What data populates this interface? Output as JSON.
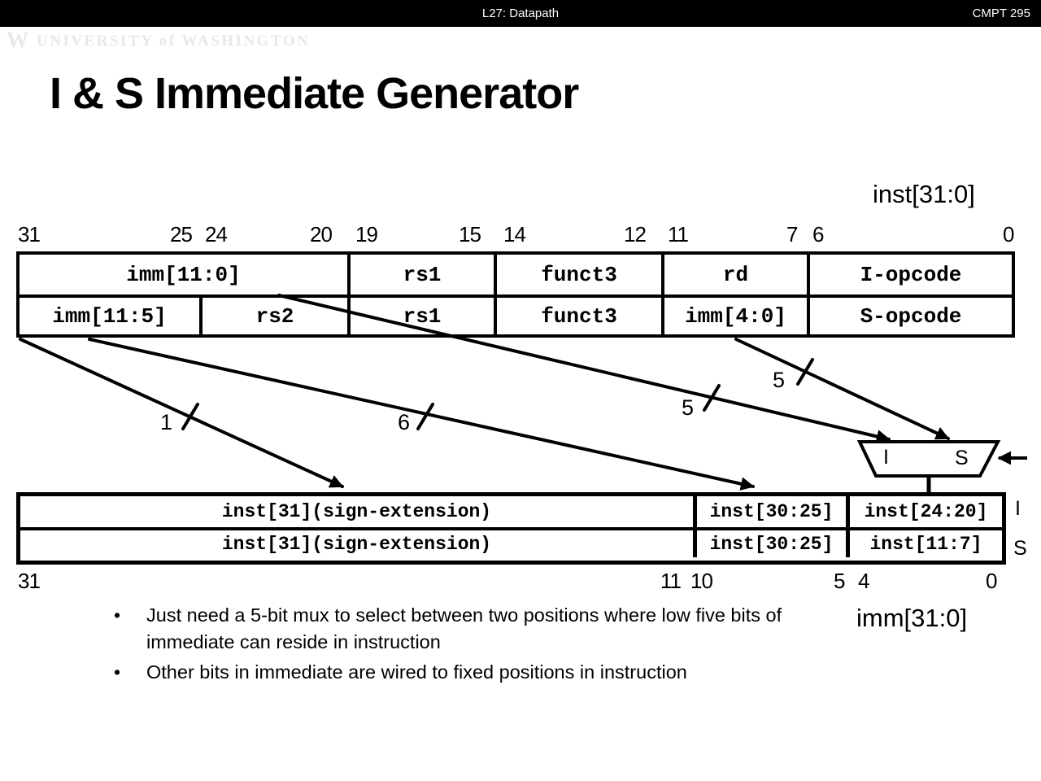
{
  "top_bar": {
    "lecture_title": "L27: Datapath",
    "course_code": "CMPT 295"
  },
  "logo": {
    "mark": "W",
    "institution": "UNIVERSITY of WASHINGTON"
  },
  "slide": {
    "title": "I & S Immediate Generator"
  },
  "inst_bus_label": "inst[31:0]",
  "imm_bus_label": "imm[31:0]",
  "upper_table": {
    "ruler": [
      "31",
      "25",
      "24",
      "20",
      "19",
      "15",
      "14",
      "12",
      "11",
      "7",
      "6",
      "0"
    ],
    "i_row": [
      "imm[11:0]",
      "rs1",
      "funct3",
      "rd",
      "I-opcode"
    ],
    "s_row": [
      "imm[11:5]",
      "rs2",
      "rs1",
      "funct3",
      "imm[4:0]",
      "S-opcode"
    ]
  },
  "mux": {
    "i_input_label": "I",
    "s_input_label": "S"
  },
  "bus_widths": {
    "sign_bit": "1",
    "mid_bits": "6",
    "i_low_bits": "5",
    "s_low_bits": "5"
  },
  "lower_table": {
    "i_row": [
      "inst[31](sign-extension)",
      "inst[30:25]",
      "inst[24:20]"
    ],
    "s_row": [
      "inst[31](sign-extension)",
      "inst[30:25]",
      "inst[11:7]"
    ],
    "i_row_tag": "I",
    "s_row_tag": "S",
    "ruler": [
      "31",
      "11",
      "10",
      "5",
      "4",
      "0"
    ]
  },
  "bullet_char": "•",
  "bullets": [
    "Just need a 5-bit mux to select between two positions where low five bits of immediate can reside in instruction",
    "Other bits in immediate are wired to fixed positions in instruction"
  ]
}
